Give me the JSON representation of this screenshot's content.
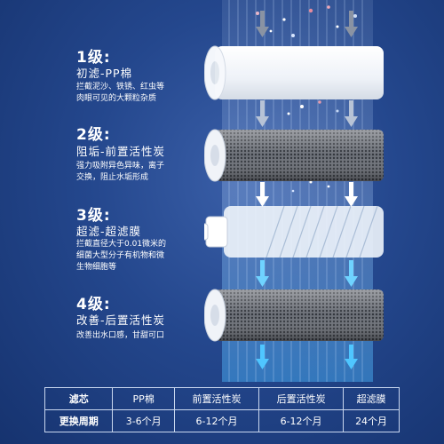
{
  "stages": [
    {
      "level": "1级:",
      "name": "初滤-PP棉",
      "desc": [
        "拦截泥沙、铁锈、红虫等",
        "肉眼可见的大颗粒杂质"
      ]
    },
    {
      "level": "2级:",
      "name": "阻垢-前置活性炭",
      "desc": [
        "强力吸附异色异味，离子",
        "交换，阻止水垢形成"
      ]
    },
    {
      "level": "3级:",
      "name": "超滤-超滤膜",
      "desc": [
        "拦截直径大于0.01微米的",
        "细菌大型分子有机物和微",
        "生物细胞等"
      ]
    },
    {
      "level": "4级:",
      "name": "改善-后置活性炭",
      "desc": [
        "改善出水口感，甘甜可口"
      ]
    }
  ],
  "table": {
    "header": [
      "滤芯",
      "PP棉",
      "前置活性炭",
      "后置活性炭",
      "超滤膜"
    ],
    "row": [
      "更换周期",
      "3-6个月",
      "6-12个月",
      "6-12个月",
      "24个月"
    ]
  },
  "colors": {
    "bg": "#24478d",
    "accent": "#6fd3ff"
  }
}
